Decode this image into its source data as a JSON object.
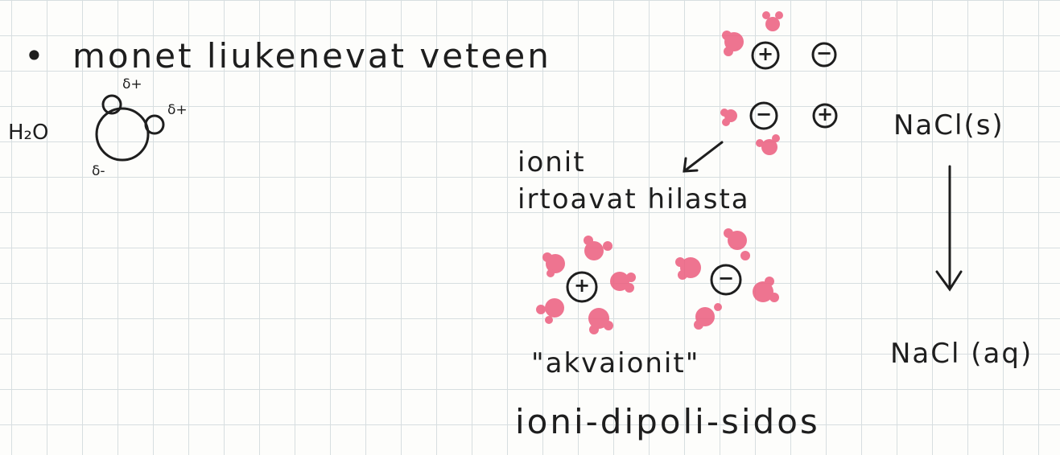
{
  "bullet": "•",
  "heading": "monet liukenevat veteen",
  "water": {
    "formula": "H₂O",
    "delta_plus_1": "δ+",
    "delta_plus_2": "δ+",
    "delta_minus": "δ-"
  },
  "lattice": {
    "signs": [
      "+",
      "−",
      "−",
      "+"
    ]
  },
  "labels": {
    "ions_line1": "ionit",
    "ions_line2": "irtoavat hilasta",
    "aqua_ions": "\"akvaionit\"",
    "bond": "ioni-dipoli-sidos"
  },
  "hydrated_ions": {
    "positive": "+",
    "negative": "−"
  },
  "reaction": {
    "reactant": "NaCl(s)",
    "product": "NaCl (aq)"
  },
  "colors": {
    "ink": "#1e1e1e",
    "water_pink": "#ec5d7e",
    "grid": "#d7dee0"
  }
}
